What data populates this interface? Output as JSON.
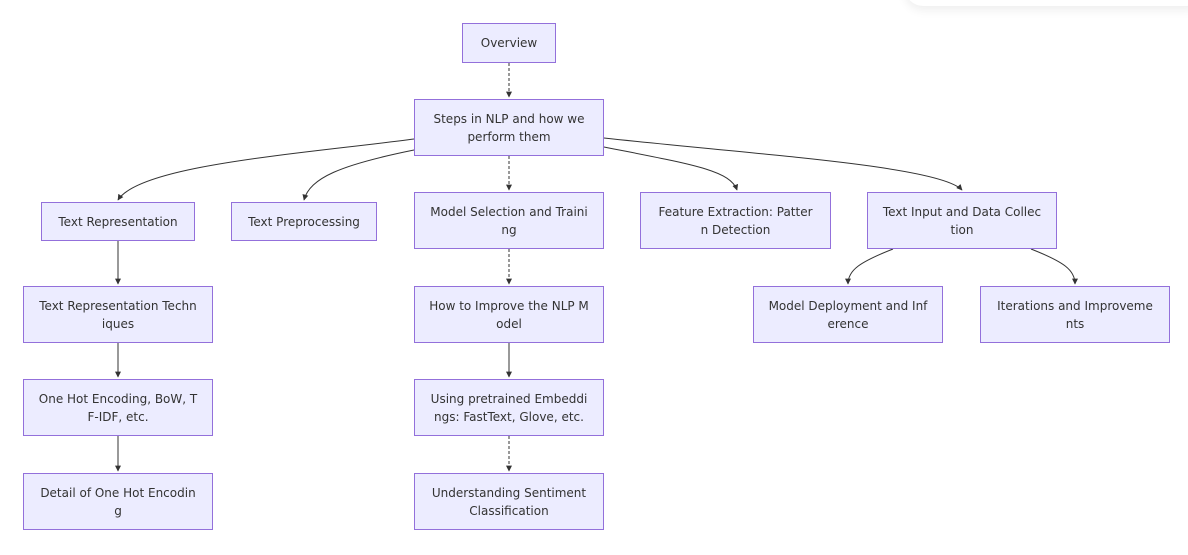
{
  "nodes": {
    "overview": "Overview",
    "steps": "Steps in NLP and how we\nperform them",
    "text_representation": "Text Representation",
    "text_preprocessing": "Text Preprocessing",
    "model_selection": "Model Selection and Traini\nng",
    "feature_extraction": "Feature Extraction: Patter\nn Detection",
    "text_input": "Text Input and Data Collec\ntion",
    "text_rep_techniques": "Text Representation Techn\niques",
    "improve_model": "How to Improve the NLP M\nodel",
    "model_deployment": "Model Deployment and Inf\nerence",
    "iterations": "Iterations and Improveme\nnts",
    "one_hot": "One Hot Encoding, BoW, T\nF-IDF, etc.",
    "pretrained_embeddings": "Using pretrained Embeddi\nngs: FastText, Glove, etc.",
    "detail_one_hot": "Detail of One Hot Encodin\ng",
    "sentiment": "Understanding Sentiment\nClassification"
  },
  "colors": {
    "node_fill": "#ECECFF",
    "node_border": "#9370DB",
    "edge": "#333333",
    "text": "#333333"
  }
}
